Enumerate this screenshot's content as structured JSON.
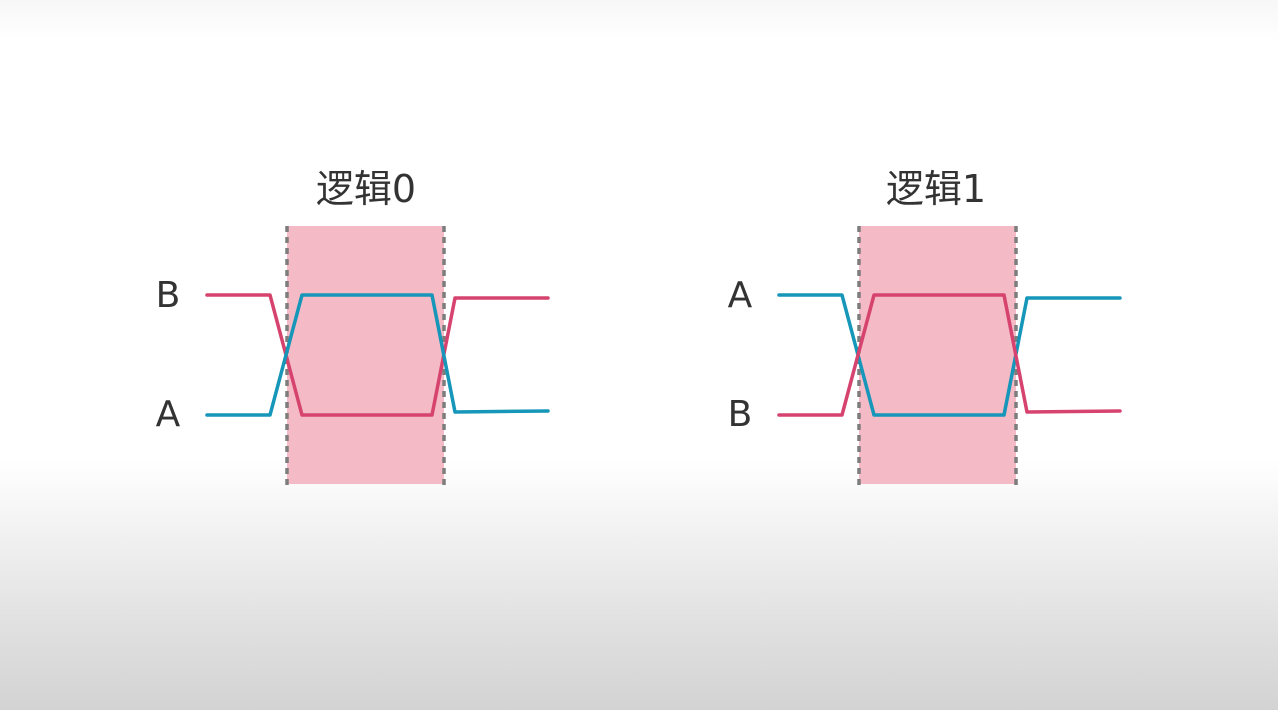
{
  "colors": {
    "signal_a": "#1696b8",
    "signal_b": "#d6436e",
    "window_fill": "#f4bac6",
    "divider": "#7d7d7d",
    "text": "#333333"
  },
  "panels": [
    {
      "title": "逻辑0",
      "top_label": "B",
      "bottom_label": "A"
    },
    {
      "title": "逻辑1",
      "top_label": "A",
      "bottom_label": "B"
    }
  ]
}
